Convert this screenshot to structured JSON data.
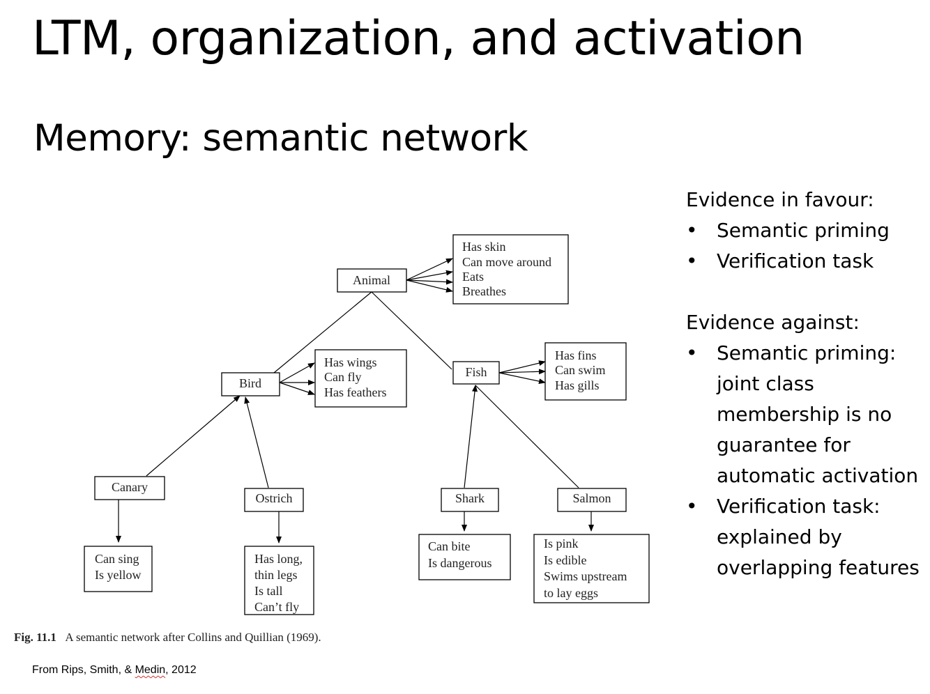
{
  "slide": {
    "title": "LTM, organization, and activation",
    "subtitle": "Memory: semantic network"
  },
  "diagram": {
    "nodes": {
      "animal": "Animal",
      "bird": "Bird",
      "fish": "Fish",
      "canary": "Canary",
      "ostrich": "Ostrich",
      "shark": "Shark",
      "salmon": "Salmon"
    },
    "properties": {
      "animal": [
        "Has skin",
        "Can move around",
        "Eats",
        "Breathes"
      ],
      "bird": [
        "Has wings",
        "Can fly",
        "Has feathers"
      ],
      "fish": [
        "Has fins",
        "Can swim",
        "Has gills"
      ],
      "canary": [
        "Can sing",
        "Is yellow"
      ],
      "ostrich": [
        "Has long,",
        "thin legs",
        "Is tall",
        "Can’t fly"
      ],
      "shark": [
        "Can bite",
        "Is dangerous"
      ],
      "salmon": [
        "Is pink",
        "Is edible",
        "Swims upstream",
        "to lay eggs"
      ]
    },
    "caption": {
      "label": "Fig. 11.1",
      "text": "A semantic network after Collins and Quillian (1969)."
    }
  },
  "evidence": {
    "favour_heading": "Evidence in favour:",
    "favour_items": [
      "Semantic priming",
      "Verification task"
    ],
    "against_heading": "Evidence against:",
    "against_items": [
      "Semantic priming: joint class membership is no guarantee for automatic activation",
      "Verification task: explained by overlapping features"
    ],
    "bullet": "•"
  },
  "source": {
    "prefix": "From Rips, Smith, & ",
    "underlined": "Medin",
    "suffix": ", 2012"
  }
}
